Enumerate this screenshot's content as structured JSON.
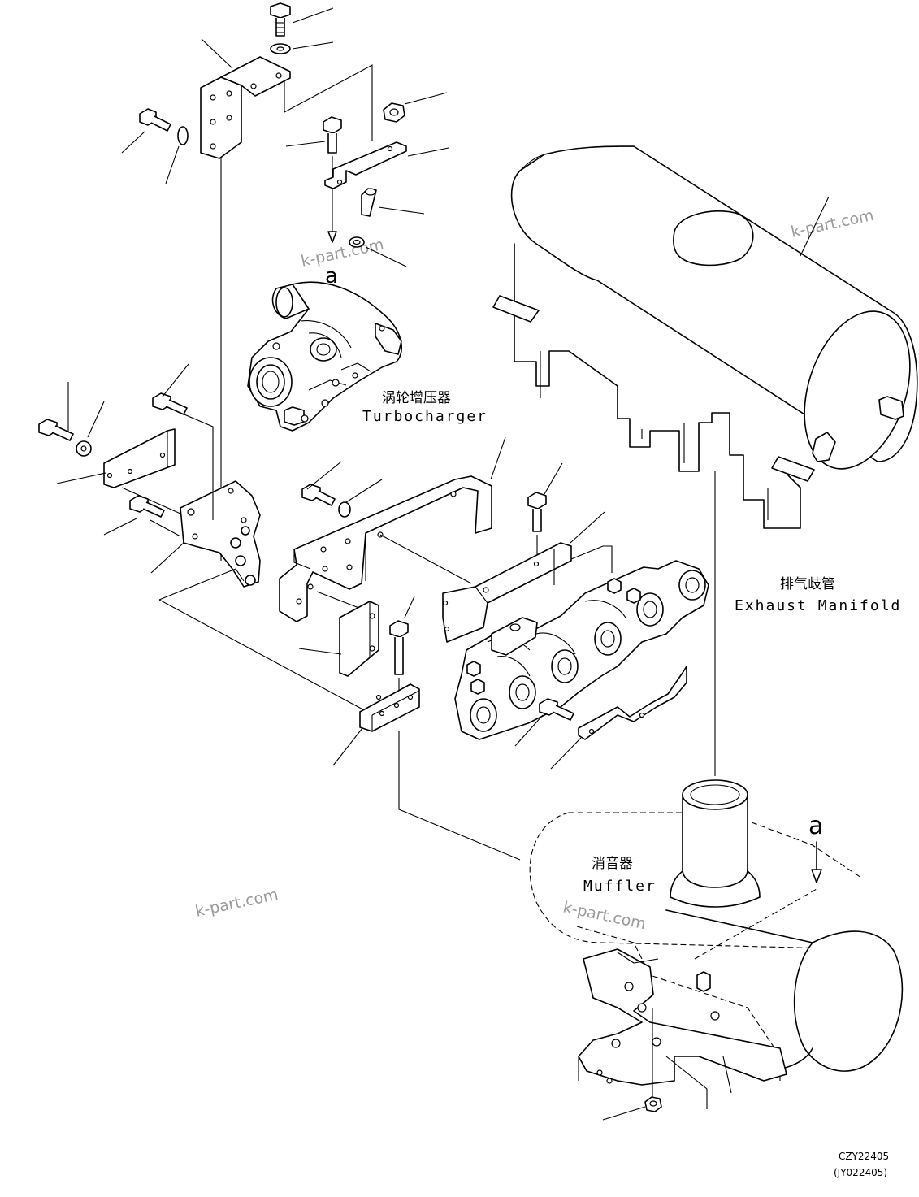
{
  "labels": {
    "turbocharger_cn": "涡轮增压器",
    "turbocharger_en": "Turbocharger",
    "exhaust_manifold_cn": "排气歧管",
    "exhaust_manifold_en": "Exhaust Manifold",
    "muffler_cn": "消音器",
    "muffler_en": "Muffler",
    "ref_mark_top": "a",
    "ref_mark_right": "a"
  },
  "watermarks": [
    "k-part.com",
    "k-part.com",
    "k-part.com",
    "k-part.com"
  ],
  "drawing_codes": {
    "code": "CZY22405",
    "alt_code": "(JY022405)"
  }
}
